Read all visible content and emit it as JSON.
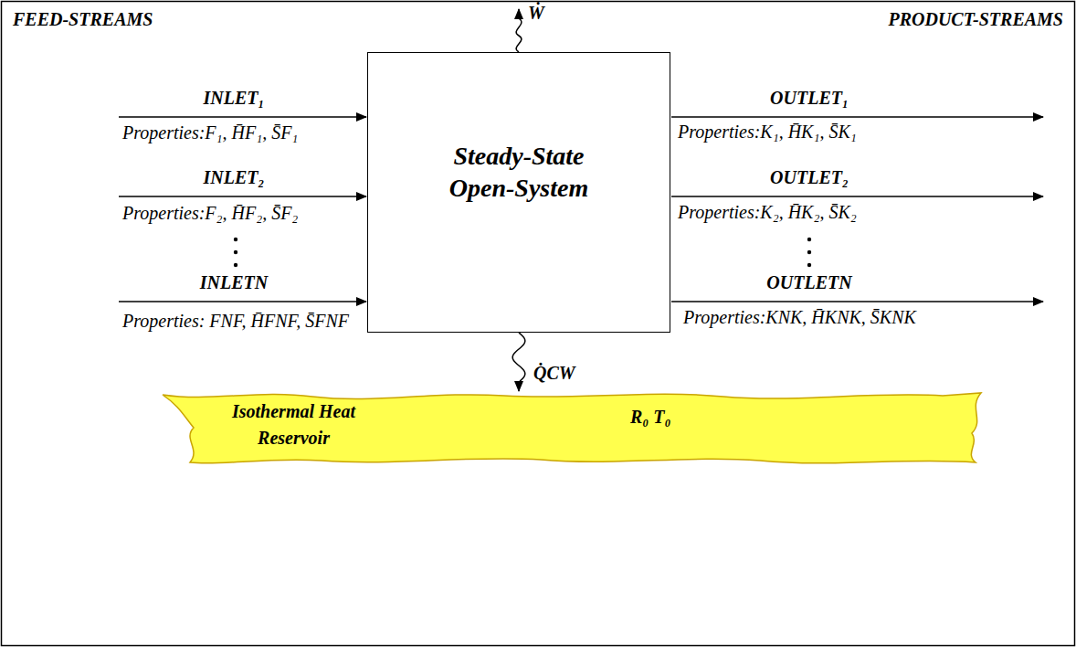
{
  "diagram": {
    "nodes": [
      {
        "text": [
          "Steady-State Open-System"
        ]
      },
      {
        "text": [
          "Isothermal Heat Reservoir",
          "R₀ T₀"
        ]
      }
    ],
    "edges": [
      {
        "from": 0,
        "to": 1,
        "arrow": "to",
        "label": "Q̇CW"
      }
    ],
    "labels": [
      "FEED-STREAMS",
      "PRODUCT-STREAMS",
      "Ẇ",
      "INLET₁",
      "Properties:F₁, H̄F₁, S̄F₁",
      "INLET₂",
      "Properties:F₂, H̄F₂, S̄F₂",
      "INLETN",
      "Properties: FNF, H̄FNF, S̄FNF",
      "OUTLET₁",
      "Properties:K₁, H̄K₁, S̄K₁",
      "OUTLET₂",
      "Properties:K₂, H̄K₂, S̄K₂",
      "OUTLETN",
      "Properties:KNK, H̄KNK, S̄KNK"
    ]
  }
}
